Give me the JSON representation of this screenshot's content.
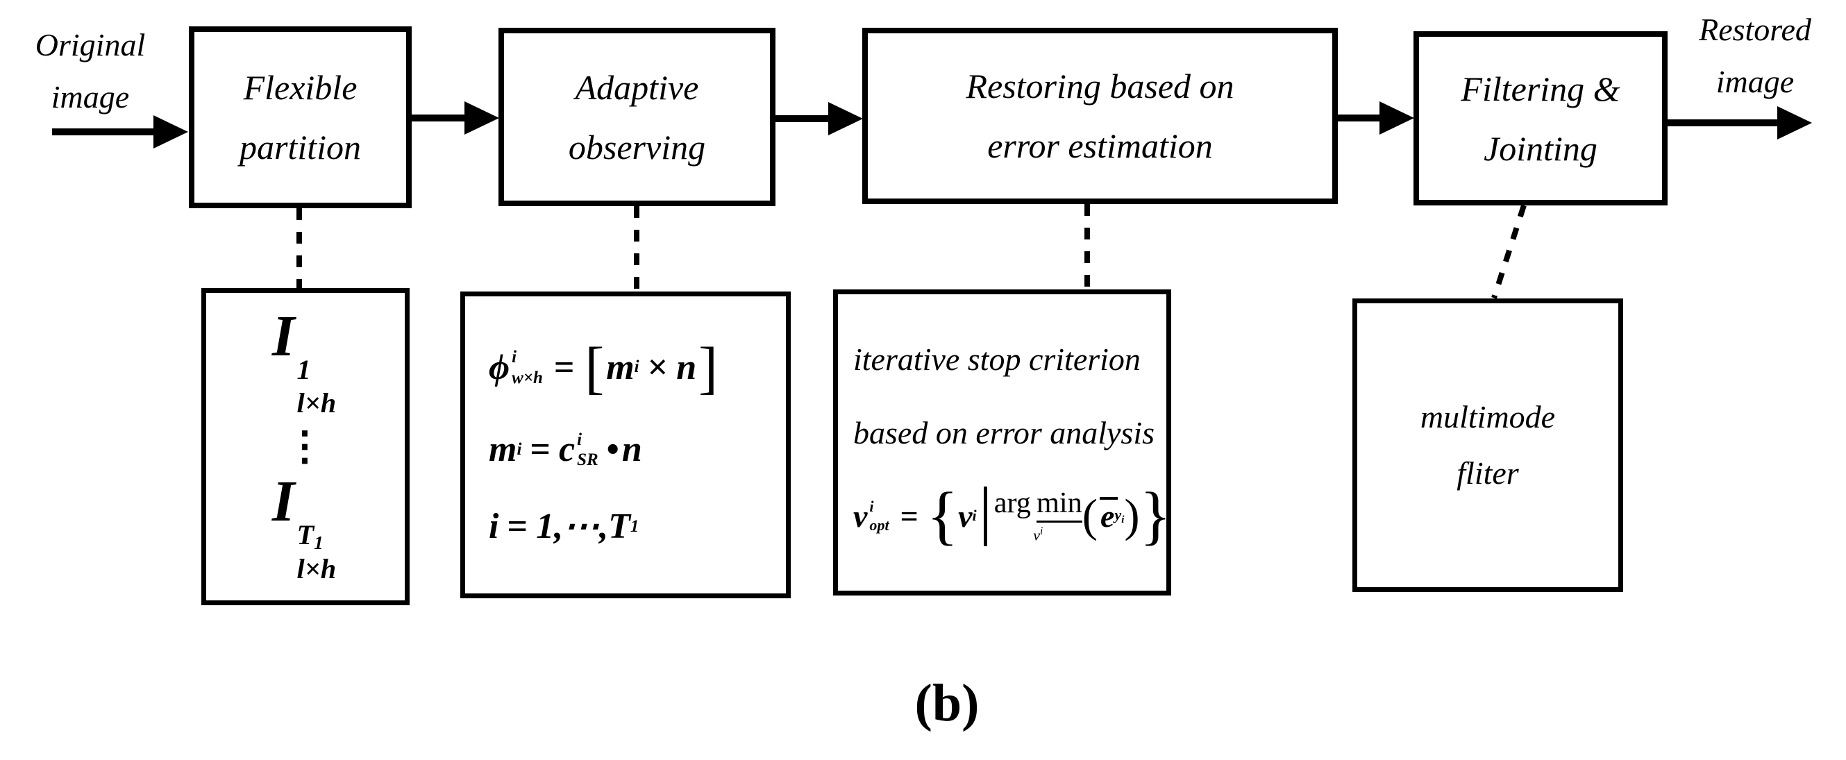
{
  "labels": {
    "input": {
      "line1": "Original",
      "line2": "image"
    },
    "output": {
      "line1": "Restored",
      "line2": "image"
    },
    "caption": "(b)"
  },
  "stages": [
    {
      "line1": "Flexible",
      "line2": "partition"
    },
    {
      "line1": "Adaptive",
      "line2": "observing"
    },
    {
      "line1": "Restoring based on",
      "line2": "error estimation"
    },
    {
      "line1": "Filtering &",
      "line2": "Jointing"
    }
  ],
  "details": {
    "partition": {
      "item1": {
        "base": "I",
        "sup": "1",
        "sub": "l×h"
      },
      "dots": "⋮",
      "item2": {
        "base": "I",
        "sup_base": "T",
        "sup_sub": "1",
        "sub": "l×h"
      }
    },
    "observing": {
      "eq1": {
        "phi": "ϕ",
        "sup": "i",
        "sub": "w×h",
        "equals": "=",
        "lbracket": "[",
        "m": "m",
        "m_sub": "i",
        "times": "×",
        "n": "n",
        "rbracket": "]"
      },
      "eq2": {
        "m": "m",
        "m_sub": "i",
        "equals": "=",
        "c": "c",
        "c_sup": "i",
        "c_sub": "SR",
        "dot": "•",
        "n": "n"
      },
      "eq3": {
        "i": "i",
        "equals": "=",
        "seq": "1,⋯,T",
        "t_sub": "1"
      }
    },
    "restoring": {
      "line1": "iterative stop criterion",
      "line2": "based on error analysis",
      "eq": {
        "v": "v",
        "v_sup": "i",
        "v_sub": "opt",
        "equals": "=",
        "lbrace": "{",
        "v2": "v",
        "v2_sup": "i",
        "arg": "arg",
        "min": "min",
        "under_base": "v",
        "under_sup": "i",
        "lparen": "(",
        "e": "e",
        "e_sub_base": "y",
        "e_sub_sub": "i",
        "rparen": ")",
        "rbrace": "}"
      }
    },
    "filter": {
      "line1": "multimode",
      "line2": "fliter"
    }
  },
  "colors": {
    "line": "#000000",
    "background": "#ffffff"
  }
}
